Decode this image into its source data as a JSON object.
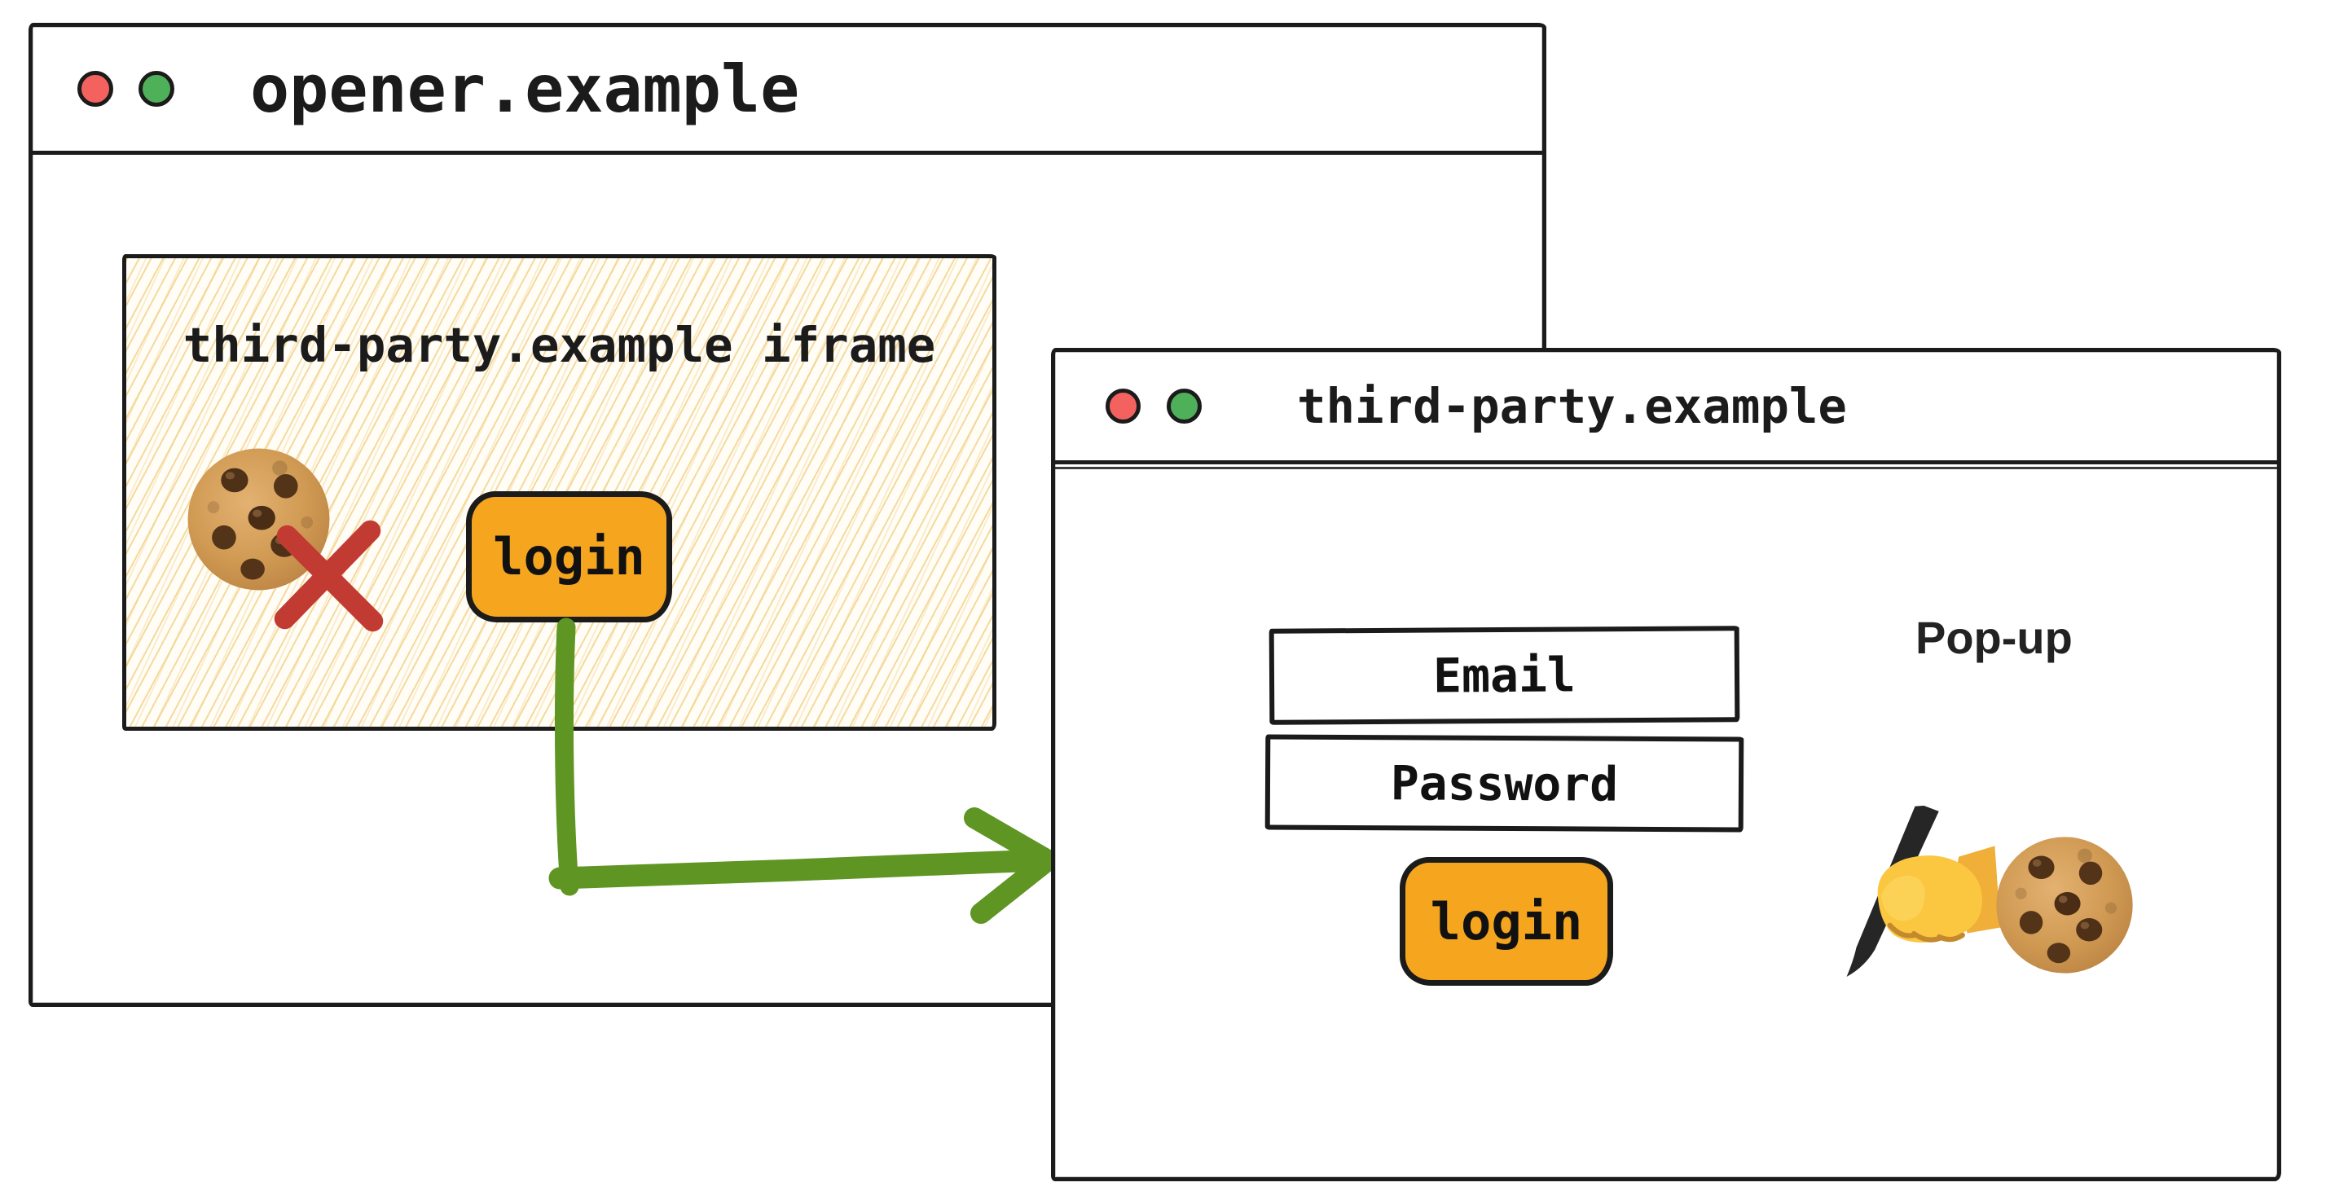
{
  "colors": {
    "border_black": "#1b1b1b",
    "hatch_yellow": "#F0CE82",
    "button_orange": "#F6A51F",
    "arrow_green": "#5F9522",
    "cross_red": "#C23B33",
    "traffic_red": "#F4625F",
    "traffic_green": "#4FB05A"
  },
  "opener_window": {
    "title": "opener.example",
    "iframe": {
      "title": "third-party.example iframe",
      "login_button": "login",
      "icons": [
        "cookie-icon",
        "blocked-cross-icon"
      ]
    }
  },
  "popup_window": {
    "title": "third-party.example",
    "popup_label": "Pop-up",
    "fields": {
      "email": "Email",
      "password": "Password"
    },
    "login_button": "login",
    "icons": [
      "writing-hand-icon",
      "cookie-icon"
    ]
  },
  "arrow": {
    "name": "login-to-popup-arrow",
    "color": "#5F9522"
  }
}
